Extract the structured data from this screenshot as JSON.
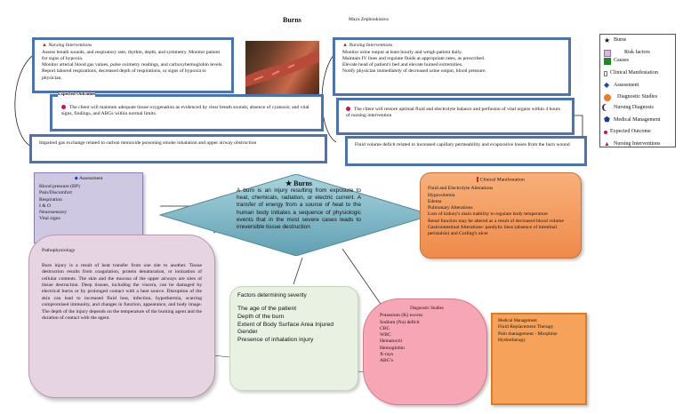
{
  "header": {
    "title": "Burns",
    "author": "Maya Zephoukisava"
  },
  "intervention_left": {
    "heading": "Nursing Interventions",
    "lines": [
      "Assess breath sounds, and respiratory rate, rhythm, depth, and symmetry. Monitor patient for signs of hypoxia.",
      "Monitor arterial blood gas values, pulse oximetry readings, and carboxyhemoglobin levels.",
      "Report labored respirations, decreased depth of respirations, or signs of hypoxia to physician."
    ]
  },
  "outcome_left": {
    "heading": "Expected Outcomes",
    "text": "The client will maintain adequate tissue oxygenation as evidenced by clear breath sounds; absence of cyanosis; and vital signs, findings, and ABGs within normal limits."
  },
  "diagnosis_left": {
    "text": "Impaired gas exchange related to carbon monoxide poisoning smoke inhalation and upper airway obstruction"
  },
  "intervention_right": {
    "heading": "Nursing Interventions",
    "lines": [
      "Monitor urine output at least hourly and weigh patient daily.",
      "Maintain IV lines and regulate fluids at appropriate rates, as prescribed.",
      "Elevate head of patient's bed and elevate burned extremities.",
      "Notify physician immediately of decreased urine output, blood pressure."
    ]
  },
  "outcome_right": {
    "text": "The client will restore optimal fluid and electrolyte balance and perfusion of vital organs within 4 hours of nursing intervention"
  },
  "diagnosis_right": {
    "text": "Fluid volume deficit related to increased capillary permeability and evaporative losses from the burn wound"
  },
  "assessment": {
    "heading": "Assessment",
    "items": [
      "Blood pressure (BP)",
      "Pain/Discomfort",
      "Respiration",
      "I & O",
      "Neurosensory",
      "Vital signs"
    ]
  },
  "center": {
    "title": "Burns",
    "text": "A burn is an injury resulting from exposure to heat, chemicals, radiation, or electric current. A transfer of energy from a source of heat to the human body initiates a sequence of physiologic events that in the most severe cases leads to irreversible tissue destruction"
  },
  "clinical": {
    "heading": "Clinical Manifestation",
    "items": [
      "Fluid and Electrolyte Alterations",
      "Hypovolemia",
      "Edema",
      "Pulmonary Alterations",
      "Loss of kidney's main inability to regulate body temperature",
      "Renal function may be altered as a result of decreased blood volume",
      "Gastrointestinal Alterations- paralytic ileus (absence of intestinal peristalsis) and Curling's ulcer"
    ]
  },
  "pathophysiology": {
    "heading": "Pathophysiology",
    "text": "Burn injury is a result of heat transfer from one site to another. Tissue destruction results from coagulation, protein denaturation, or ionization of cellular contents. The skin and the mucosa of the upper airways are sites of tissue destruction. Deep tissues, including the viscera, can be damaged by electrical burns or by prolonged contact with a heat source. Disruption of the skin can lead to increased fluid loss, infection, hypothermia, scarring compromised immunity, and changes in function, appearance, and body image. The depth of the injury depends on the temperature of the burning agent and the duration of contact with the agent."
  },
  "severity": {
    "heading": "Factors determining severity",
    "items": [
      "The age of the patient",
      "Depth of the burn",
      "Extent of Body Surface Area Injured",
      "Gender",
      "Presence of inhalation injury"
    ]
  },
  "diagnostic": {
    "heading": "Diagnostic Studies",
    "items": [
      "Potassium (K) excess",
      "Sodium (Na) deficit",
      "CBC",
      "WBC",
      "Hematocrit",
      "Hemoglobin",
      "X-rays",
      "ABG's"
    ]
  },
  "medical": {
    "heading": "Medical Management",
    "items": [
      "Fluid Replacement Therapy",
      "Pain management - Morphine",
      "Hydrotherapy"
    ]
  },
  "legend": {
    "items": [
      {
        "label": "Burns",
        "icon": "star-icon"
      },
      {
        "label": "Risk factors",
        "icon": "square-icon"
      },
      {
        "label": "Causes",
        "icon": "square-icon"
      },
      {
        "label": "Clinical Manifestation",
        "icon": "square-icon"
      },
      {
        "label": "Assessment",
        "icon": "diamond-icon"
      },
      {
        "label": "Diagnostic Studies",
        "icon": "circle-icon"
      },
      {
        "label": "Nursing Diagnosis",
        "icon": "crescent-icon"
      },
      {
        "label": "Medical Management",
        "icon": "house-icon"
      },
      {
        "label": "Expected Outcome",
        "icon": "dot-icon"
      },
      {
        "label": "Nursing Interventions",
        "icon": "triangle-icon"
      }
    ]
  },
  "colors": {
    "blue_border": "#4a72b5",
    "red_marker": "#d21a1a",
    "assessment_fill": "#cfc8e3",
    "center_fill": "#7fb6c6",
    "clinical_fill": "#f5a36a",
    "patho_fill": "#e6d4e2",
    "severity_fill": "#e9f1e3",
    "diagnostic_fill": "#f7a6b6",
    "medical_fill": "#f7a25a"
  }
}
